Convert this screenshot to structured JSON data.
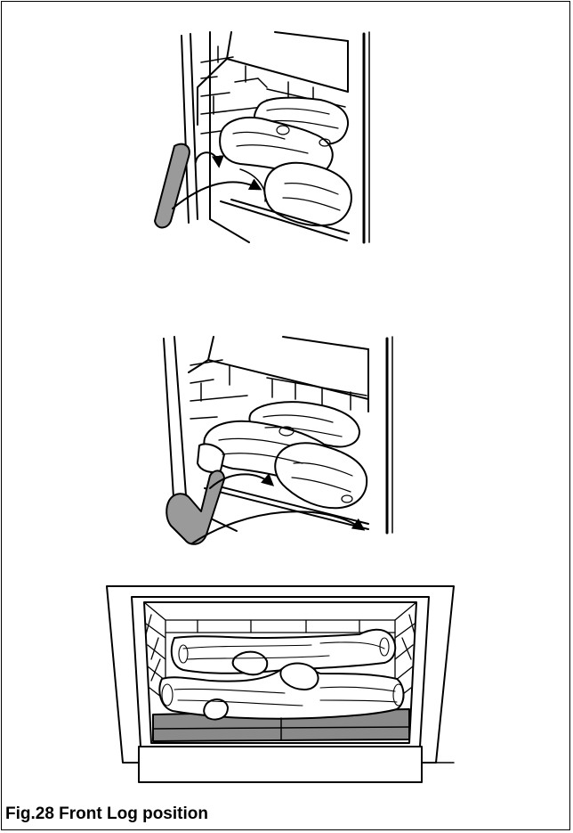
{
  "caption": "Fig.28 Front Log position",
  "colors": {
    "ink": "#000000",
    "log_fill": "#ffffff",
    "ember_fill": "#8a8a8a",
    "placed_log_fill": "#9a9a9a"
  },
  "figures": [
    {
      "name": "step-1",
      "description_icon": "log-insertion-arrows"
    },
    {
      "name": "step-2",
      "description_icon": "log-placement-arrows"
    },
    {
      "name": "finished",
      "description_icon": "fireplace-front-view"
    }
  ]
}
